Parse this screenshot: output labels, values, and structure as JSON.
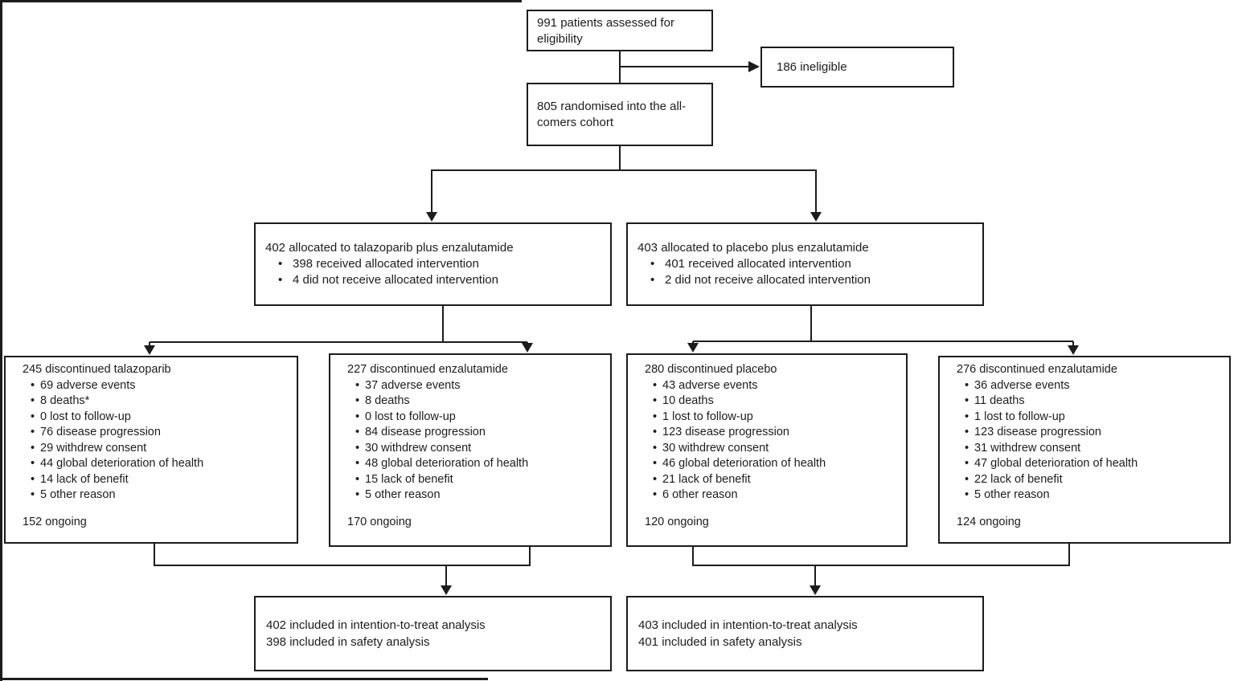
{
  "colors": {
    "line": "#1c1c1c",
    "text": "#1c1c1c",
    "bg": "#ffffff"
  },
  "flowchart": {
    "eligibility": {
      "label": "991 patients assessed for eligibility"
    },
    "ineligible": {
      "label": "186 ineligible"
    },
    "randomised": {
      "label": "805 randomised into the all-comers cohort"
    },
    "allocation": [
      {
        "title": "402 allocated to talazoparib plus enzalutamide",
        "bullets": [
          "398 received allocated intervention",
          "4 did not receive allocated intervention"
        ]
      },
      {
        "title": "403 allocated to placebo plus enzalutamide",
        "bullets": [
          "401 received allocated intervention",
          "2 did not receive allocated intervention"
        ]
      }
    ],
    "discontinued": [
      {
        "title": "245 discontinued talazoparib",
        "reasons": [
          "69 adverse events",
          "8 deaths*",
          "0 lost to follow-up",
          "76 disease progression",
          "29 withdrew consent",
          "44 global deterioration of health",
          "14 lack of benefit",
          "5 other reason"
        ],
        "ongoing": "152 ongoing"
      },
      {
        "title": "227 discontinued enzalutamide",
        "reasons": [
          "37 adverse events",
          "8 deaths",
          "0 lost to follow-up",
          "84 disease progression",
          "30 withdrew consent",
          "48 global deterioration of health",
          "15 lack of benefit",
          "5 other reason"
        ],
        "ongoing": "170 ongoing"
      },
      {
        "title": "280 discontinued placebo",
        "reasons": [
          "43 adverse events",
          "10 deaths",
          "1 lost to follow-up",
          "123 disease progression",
          "30 withdrew consent",
          "46 global deterioration of health",
          "21 lack of benefit",
          "6 other reason"
        ],
        "ongoing": "120 ongoing"
      },
      {
        "title": "276 discontinued enzalutamide",
        "reasons": [
          "36 adverse events",
          "11 deaths",
          "1 lost to follow-up",
          "123 disease progression",
          "31 withdrew consent",
          "47 global deterioration of health",
          "22 lack of benefit",
          "5 other reason"
        ],
        "ongoing": "124 ongoing"
      }
    ],
    "analysis": [
      {
        "lines": [
          "402 included in intention-to-treat analysis",
          "398 included in safety analysis"
        ]
      },
      {
        "lines": [
          "403 included in intention-to-treat analysis",
          "401 included in safety analysis"
        ]
      }
    ]
  }
}
